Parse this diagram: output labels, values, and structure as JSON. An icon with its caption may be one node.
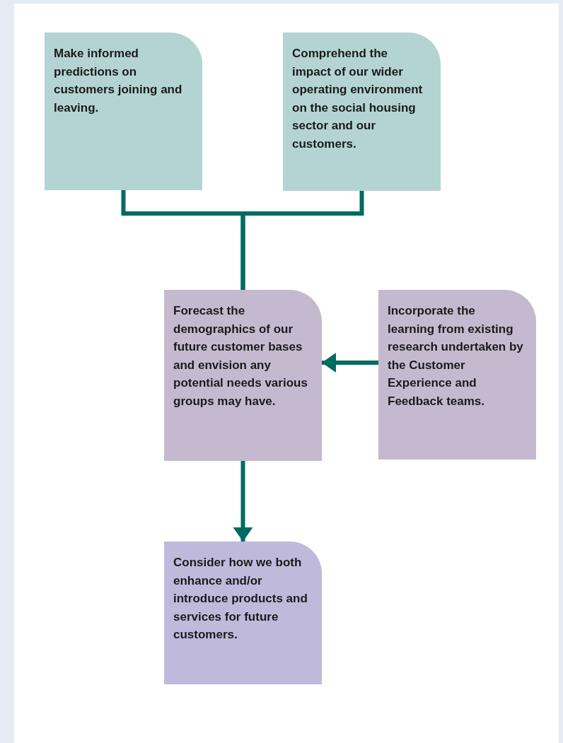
{
  "diagram": {
    "nodes": [
      {
        "text": [
          "Make informed predictions on customers joining and leaving."
        ]
      },
      {
        "text": [
          "Comprehend the impact of our wider operating environment on the social housing sector and our customers."
        ]
      },
      {
        "text": [
          "Forecast the demographics of our future customer bases and envision any potential needs various groups may have."
        ]
      },
      {
        "text": [
          "Incorporate the learning from existing research undertaken by the Customer Experience and Feedback teams."
        ]
      },
      {
        "text": [
          "Consider how we both enhance and/or introduce products and services for future customers."
        ]
      }
    ],
    "edges": [
      {
        "from": 0,
        "to": 2,
        "arrow": "none"
      },
      {
        "from": 1,
        "to": 2,
        "arrow": "none"
      },
      {
        "from": 3,
        "to": 2,
        "arrow": "to"
      },
      {
        "from": 2,
        "to": 4,
        "arrow": "to"
      }
    ]
  }
}
